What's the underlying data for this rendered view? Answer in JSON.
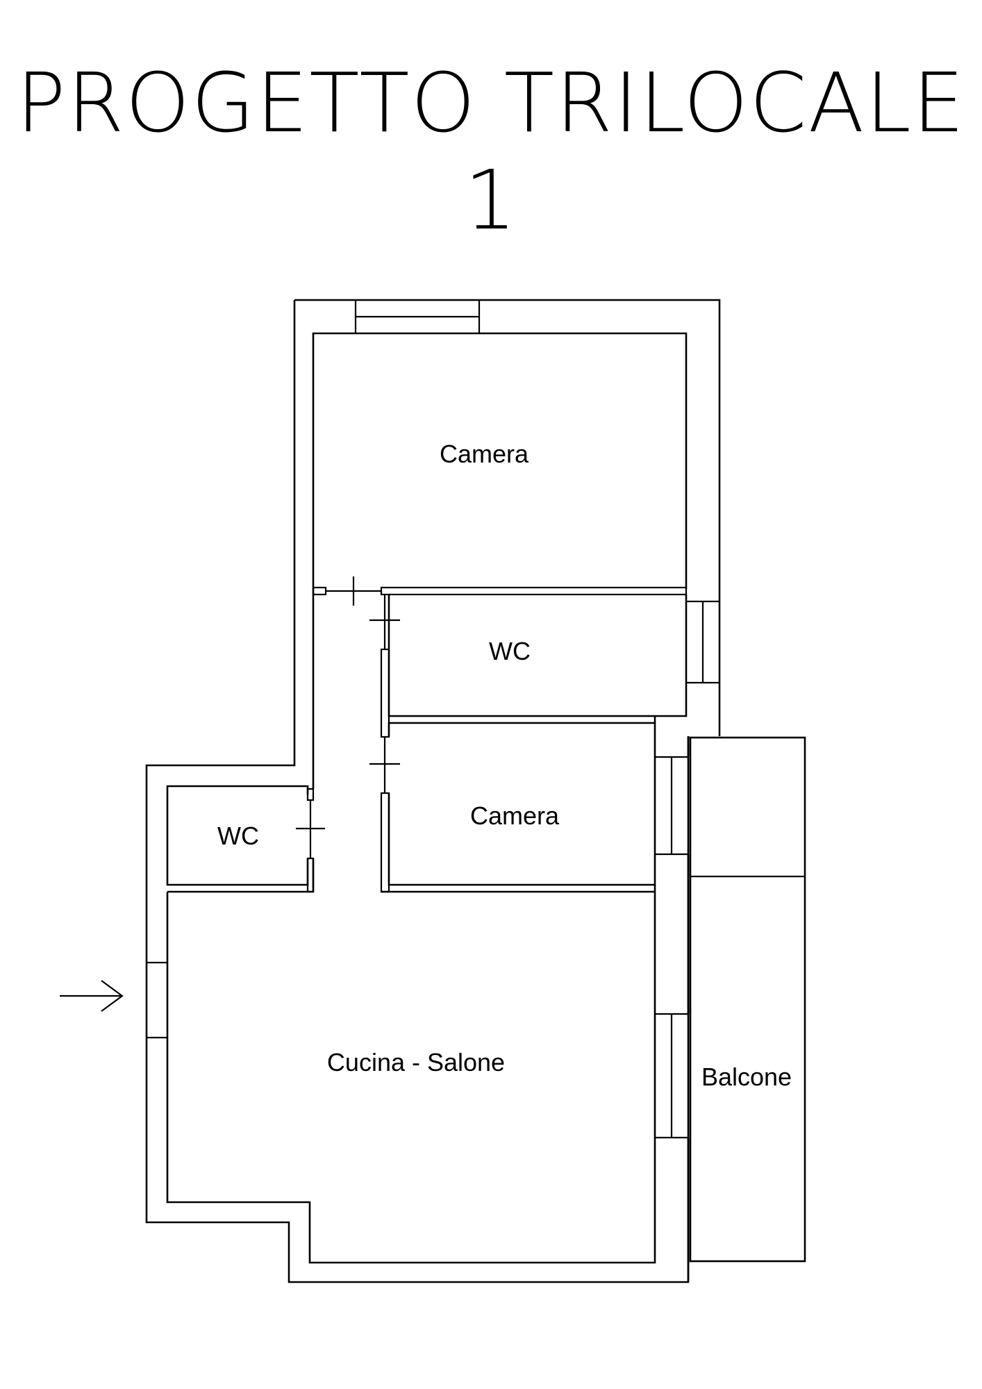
{
  "title": "PROGETTO TRILOCALE 1",
  "rooms": {
    "camera_top": "Camera",
    "wc_right": "WC",
    "camera_mid": "Camera",
    "wc_left": "WC",
    "cucina_salone": "Cucina - Salone",
    "balcone": "Balcone"
  },
  "icons": {
    "entrance": "arrow-right-icon"
  },
  "colors": {
    "line": "#000000",
    "background": "#ffffff"
  }
}
